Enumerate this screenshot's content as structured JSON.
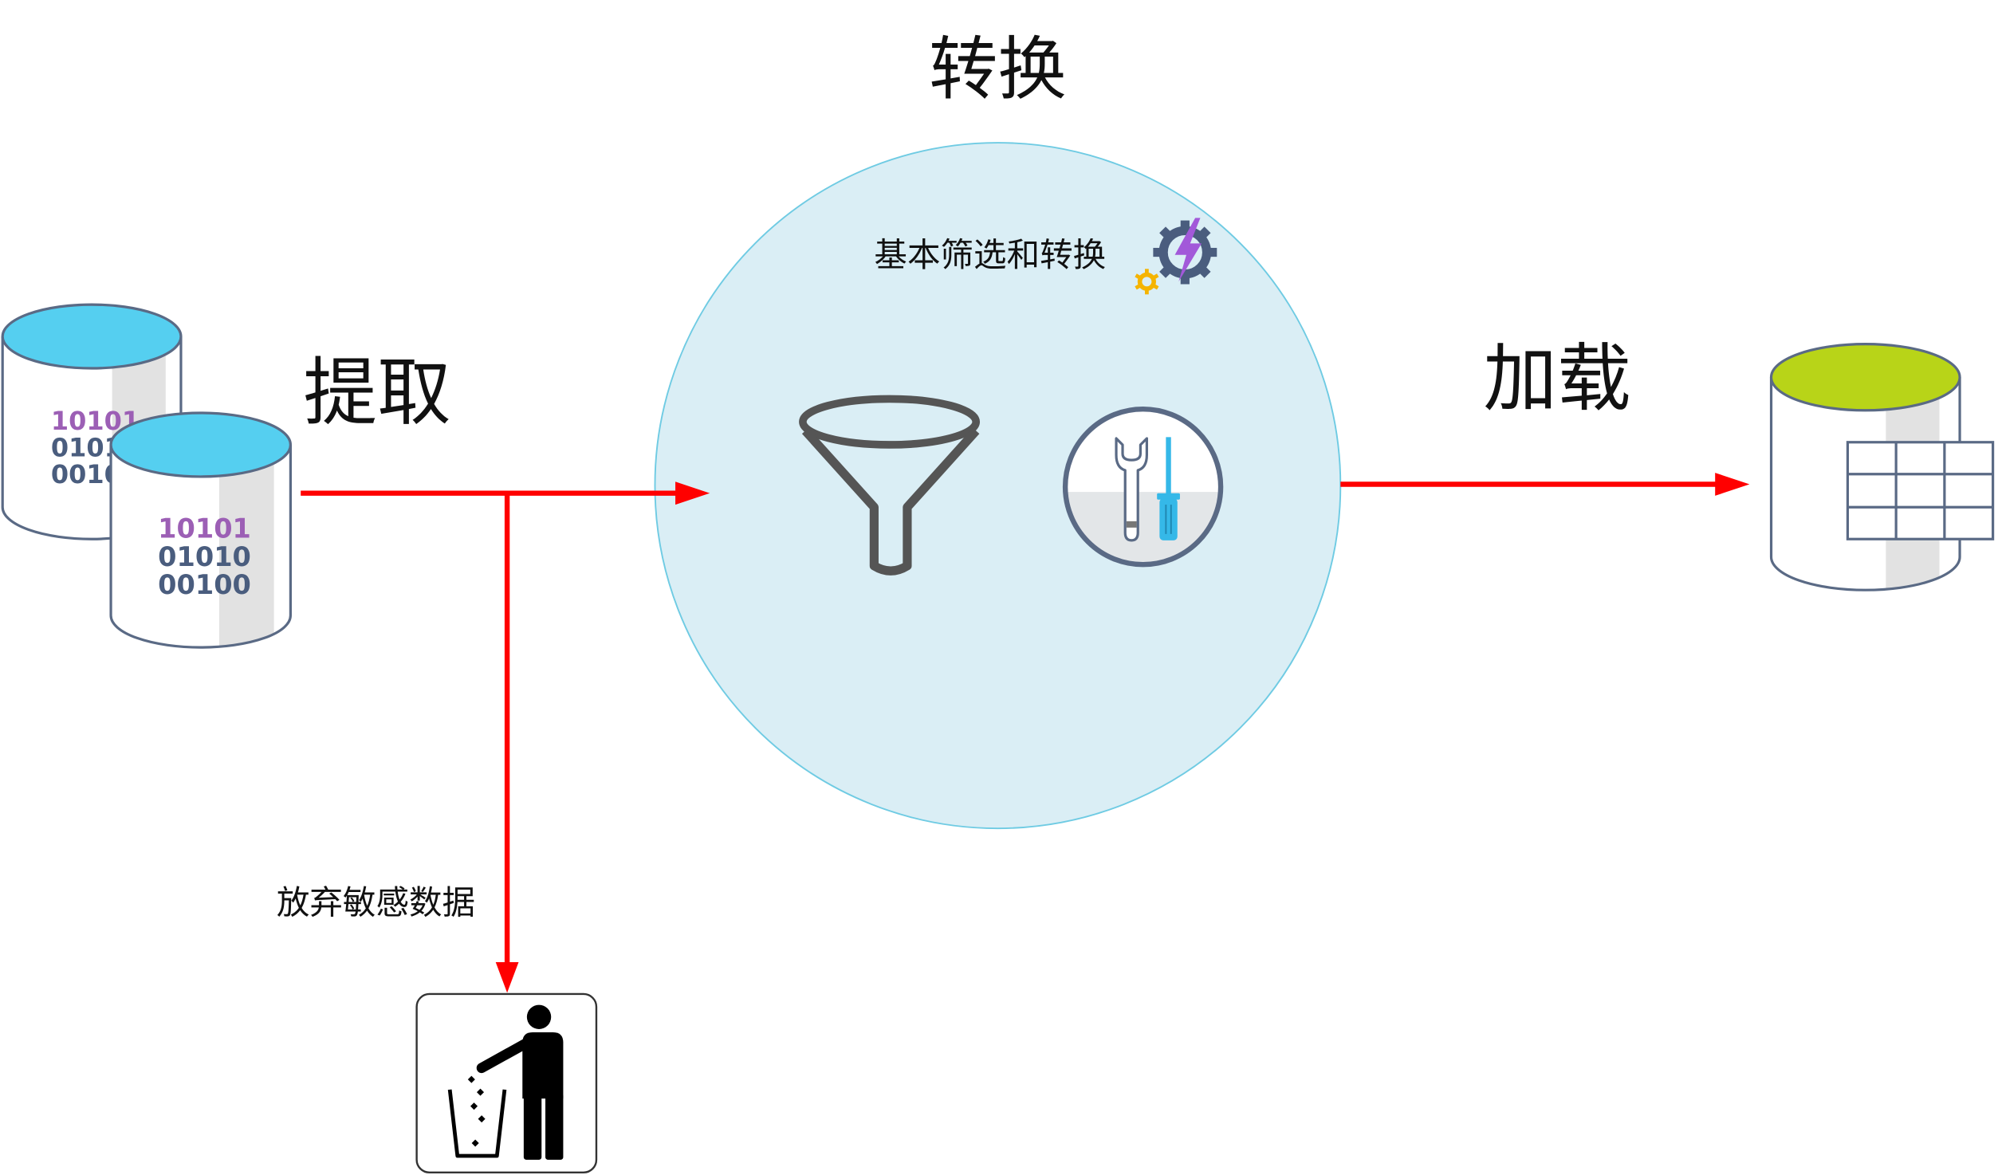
{
  "title": "转换",
  "transform": {
    "caption": "基本筛选和转换",
    "icons": {
      "gear": "gear-lightning-icon",
      "small_gear": "small-gear-icon",
      "filter": "funnel-icon",
      "tools": "wrench-screwdriver-icon"
    }
  },
  "extract": {
    "label": "提取",
    "icon": "binary-database-icon"
  },
  "source": {
    "binary_rows": [
      "10101",
      "01010",
      "00100"
    ]
  },
  "discard": {
    "label": "放弃敏感数据",
    "icon": "trash-person-icon"
  },
  "load": {
    "label": "加载",
    "icon": "table-database-icon"
  },
  "colors": {
    "arrow": "#ff0000",
    "circle_fill": "#daeef5",
    "circle_stroke": "#6fcbe3",
    "source_db_top": "#55cff0",
    "target_db_top": "#b8d418",
    "outline": "#5a6a85",
    "binary_accent": "#9c5fb5",
    "binary_main": "#4a5d7e",
    "lightning": "#a259d9",
    "small_gear": "#f5b400",
    "screwdriver": "#35b8e8"
  }
}
